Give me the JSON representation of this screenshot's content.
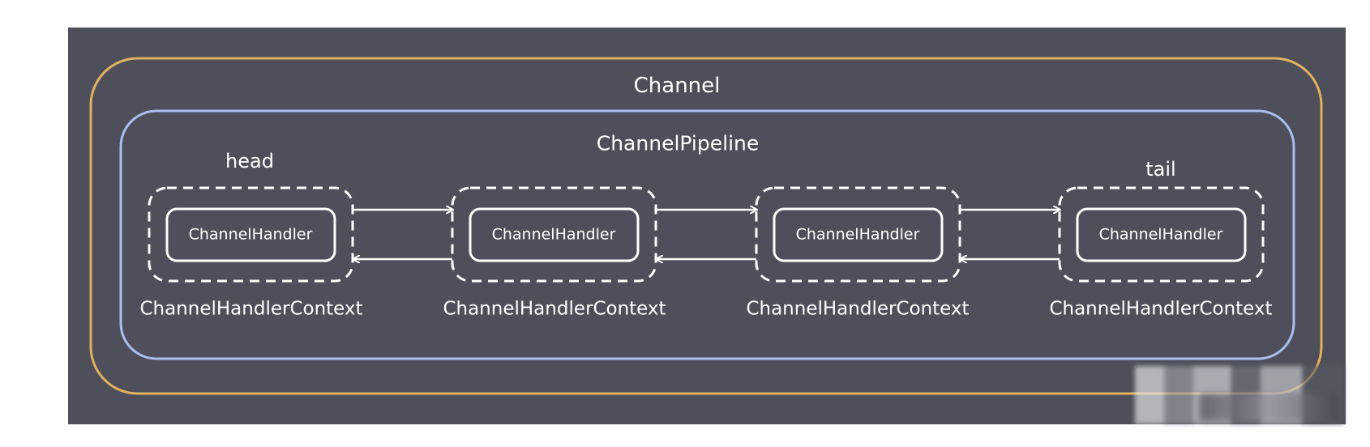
{
  "channel": {
    "label": "Channel"
  },
  "pipeline": {
    "label": "ChannelPipeline"
  },
  "contexts": [
    {
      "top_label": "head",
      "handler_label": "ChannelHandler",
      "context_label": "ChannelHandlerContext"
    },
    {
      "top_label": "",
      "handler_label": "ChannelHandler",
      "context_label": "ChannelHandlerContext"
    },
    {
      "top_label": "",
      "handler_label": "ChannelHandler",
      "context_label": "ChannelHandlerContext"
    },
    {
      "top_label": "tail",
      "handler_label": "ChannelHandler",
      "context_label": "ChannelHandlerContext"
    }
  ],
  "colors": {
    "background": "#4e4f5a",
    "channel_border": "#e0b25e",
    "pipeline_border": "#a9bff0",
    "element": "#ffffff"
  }
}
